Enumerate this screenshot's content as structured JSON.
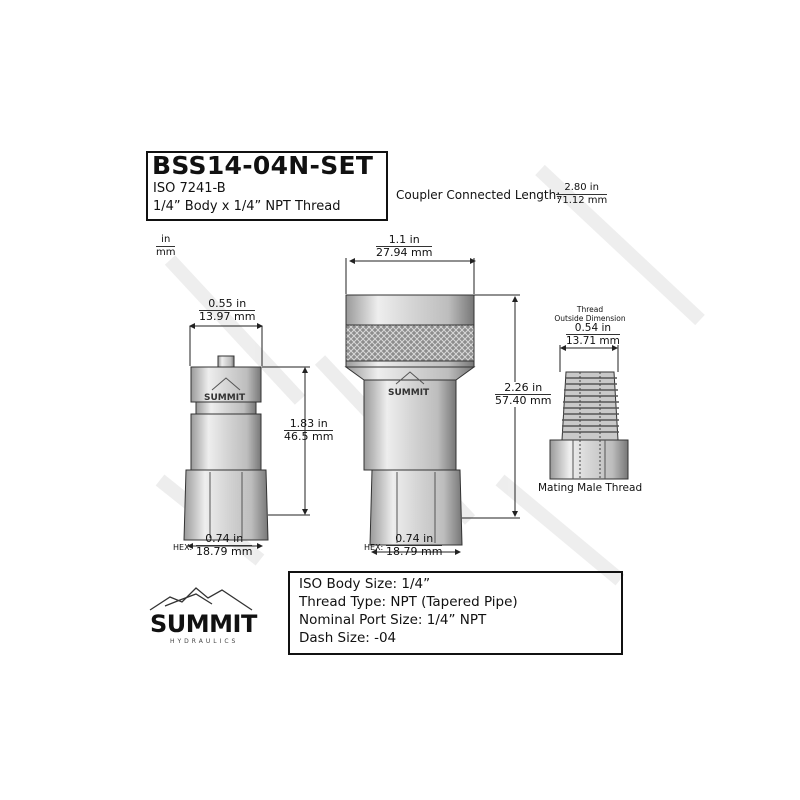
{
  "header": {
    "part_number": "BSS14-04N-SET",
    "standard": "ISO 7241-B",
    "description": "1/4” Body x 1/4” NPT Thread"
  },
  "connected_length": {
    "label": "Coupler Connected Length:",
    "in": "2.80 in",
    "mm": "71.12 mm"
  },
  "units_legend": {
    "top": "in",
    "bottom": "mm"
  },
  "male_plug": {
    "width": {
      "in": "0.55 in",
      "mm": "13.97 mm"
    },
    "length": {
      "in": "1.83 in",
      "mm": "46.5 mm"
    },
    "hex": {
      "label": "HEX:",
      "in": "0.74 in",
      "mm": "18.79 mm"
    },
    "brand": "SUMMIT"
  },
  "female_coupler": {
    "width": {
      "in": "1.1 in",
      "mm": "27.94 mm"
    },
    "length": {
      "in": "2.26 in",
      "mm": "57.40 mm"
    },
    "hex": {
      "label": "HEX:",
      "in": "0.74 in",
      "mm": "18.79 mm"
    },
    "brand": "SUMMIT"
  },
  "mating_thread": {
    "heading_line1": "Thread",
    "heading_line2": "Outside Dimension",
    "in": "0.54 in",
    "mm": "13.71 mm",
    "caption": "Mating Male Thread"
  },
  "specs": [
    "ISO Body Size: 1/4”",
    "Thread Type: NPT (Tapered Pipe)",
    "Nominal Port Size: 1/4” NPT",
    "Dash Size: -04"
  ],
  "logo": {
    "name": "SUMMIT",
    "tagline": "HYDRAULICS"
  },
  "colors": {
    "ink": "#111111",
    "metal_light": "#e8e8e8",
    "metal_dark": "#7a7a7a",
    "watermark": "#ececec"
  }
}
